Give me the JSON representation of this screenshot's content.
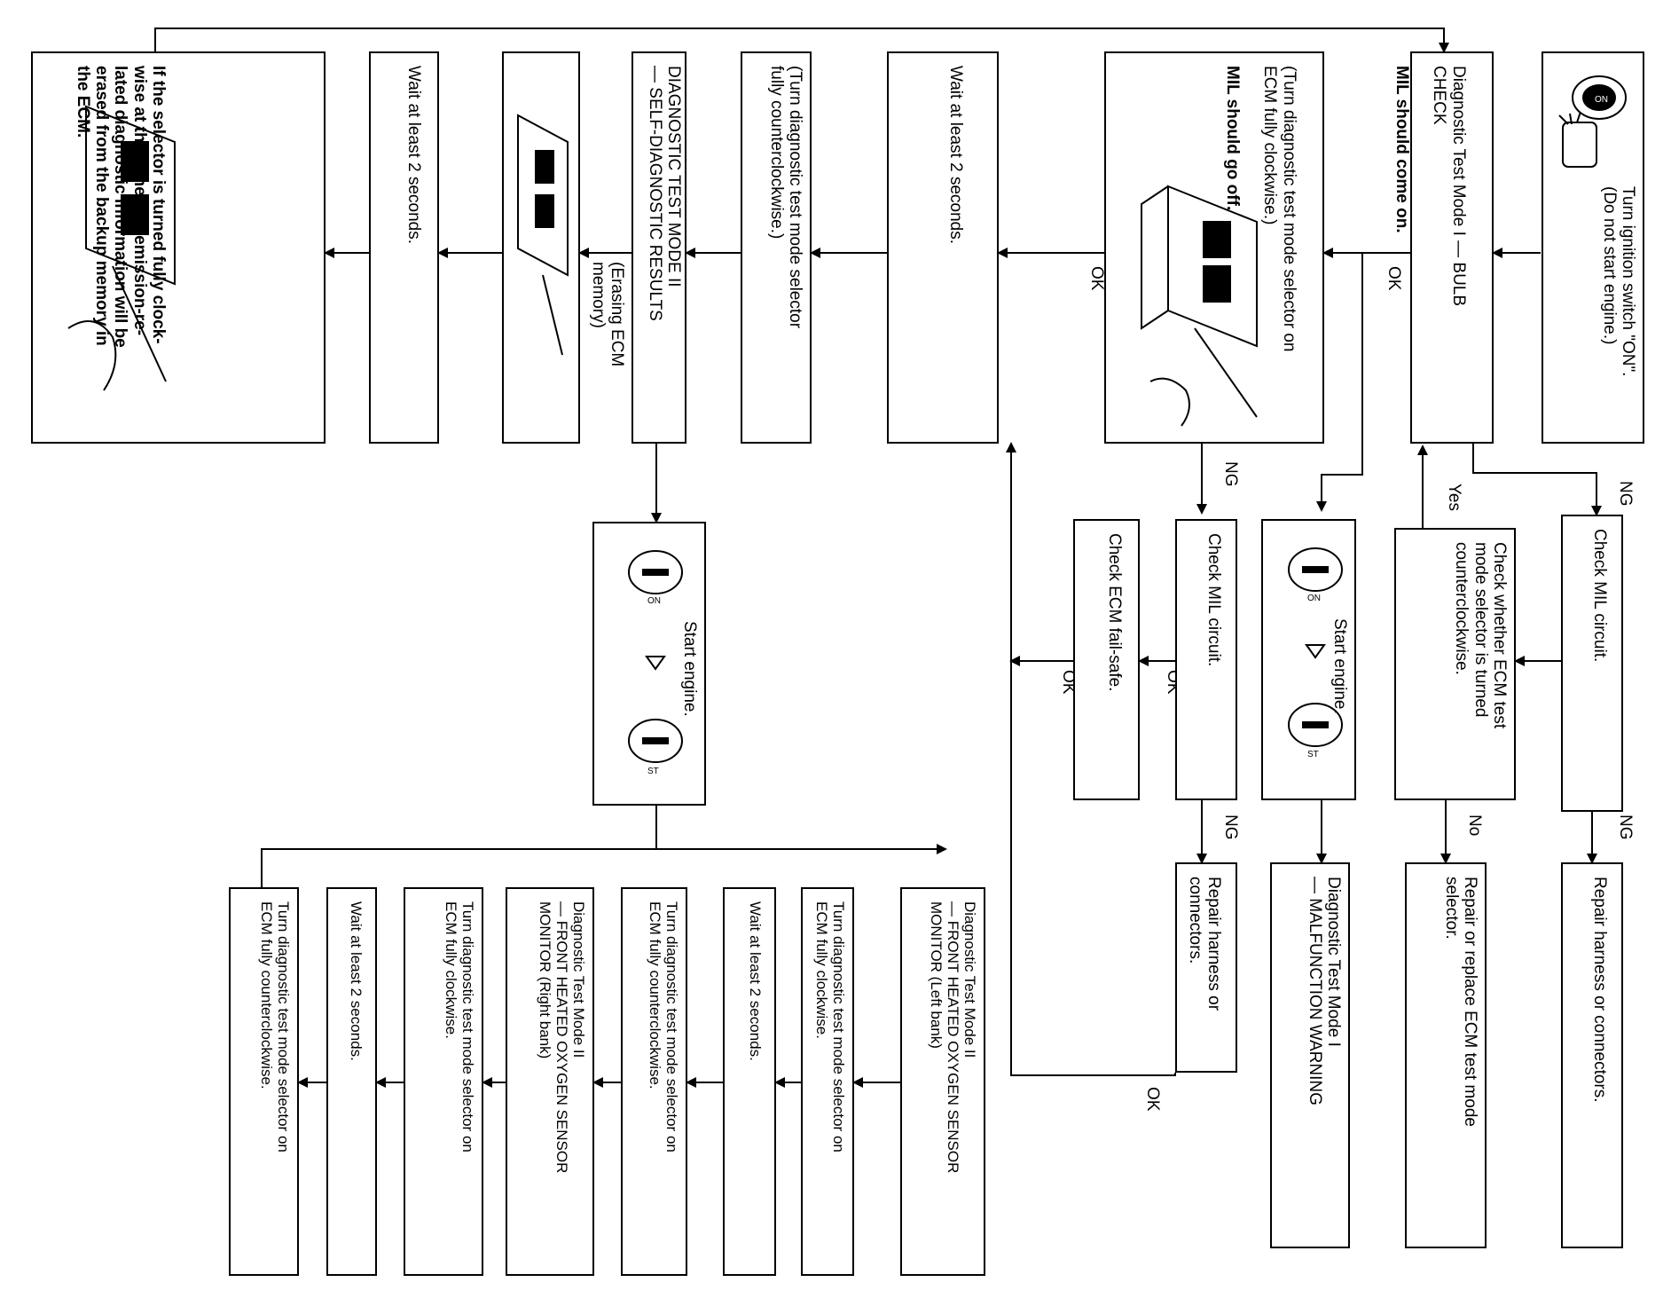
{
  "steps": {
    "ignition": "Turn ignition switch \"ON\".\n(Do not start engine.)",
    "bulb_check_1": "Diagnostic Test Mode I — BULB\nCHECK",
    "bulb_check_2": "MIL should come on.",
    "turn_cw_a": "(Turn diagnostic test mode selector on\nECM fully clockwise.)",
    "turn_cw_b": "MIL should go off.",
    "wait_1": "Wait at least 2 seconds.",
    "turn_ccw": "(Turn diagnostic test mode selector\nfully counterclockwise.)",
    "mode2_self": "DIAGNOSTIC TEST MODE II\n— SELF-DIAGNOSTIC RESULTS",
    "erasing": "(Erasing ECM\nmemory)",
    "wait_2": "Wait at least 2 seconds.",
    "erase_note": "If the selector is turned fully clock-\nwise at this time, the emission-re-\nlated diagnostic information will be\nerased from the backup memory in\nthe ECM.",
    "check_mil_1": "Check MIL circuit.",
    "repair_1": "Repair harness or connectors.",
    "check_selector": "Check whether ECM test\nmode selector is turned\ncounterclockwise.",
    "repair_replace": "Repair or replace ECM test mode\nselector.",
    "start_engine_1": "Start engine.",
    "malfunction": "Diagnostic Test Mode I\n— MALFUNCTION WARNING",
    "check_mil_2": "Check MIL circuit.",
    "repair_2": "Repair harness or connectors.",
    "check_failsafe": "Check ECM fail-safe.",
    "start_engine_2": "Start engine.",
    "o2_left": "Diagnostic Test Mode II\n— FRONT HEATED OXYGEN SENSOR\n    MONITOR (Left bank)",
    "turn_cw_2": "Turn diagnostic test mode selector on\nECM fully clockwise.",
    "wait_3": "Wait at least 2 seconds.",
    "turn_ccw_2": "Turn diagnostic test mode selector on\nECM fully counterclockwise.",
    "o2_right": "Diagnostic Test Mode II\n— FRONT HEATED OXYGEN SENSOR\n    MONITOR (Right bank)",
    "turn_cw_3": "Turn diagnostic test mode selector on\nECM fully clockwise.",
    "wait_4": "Wait at least 2 seconds.",
    "turn_ccw_3": "Turn diagnostic test mode selector on\nECM fully counterclockwise."
  },
  "labels": {
    "ok": "OK",
    "ng": "NG",
    "yes": "Yes",
    "no": "No",
    "key_on": "ON",
    "key_st": "ST"
  }
}
